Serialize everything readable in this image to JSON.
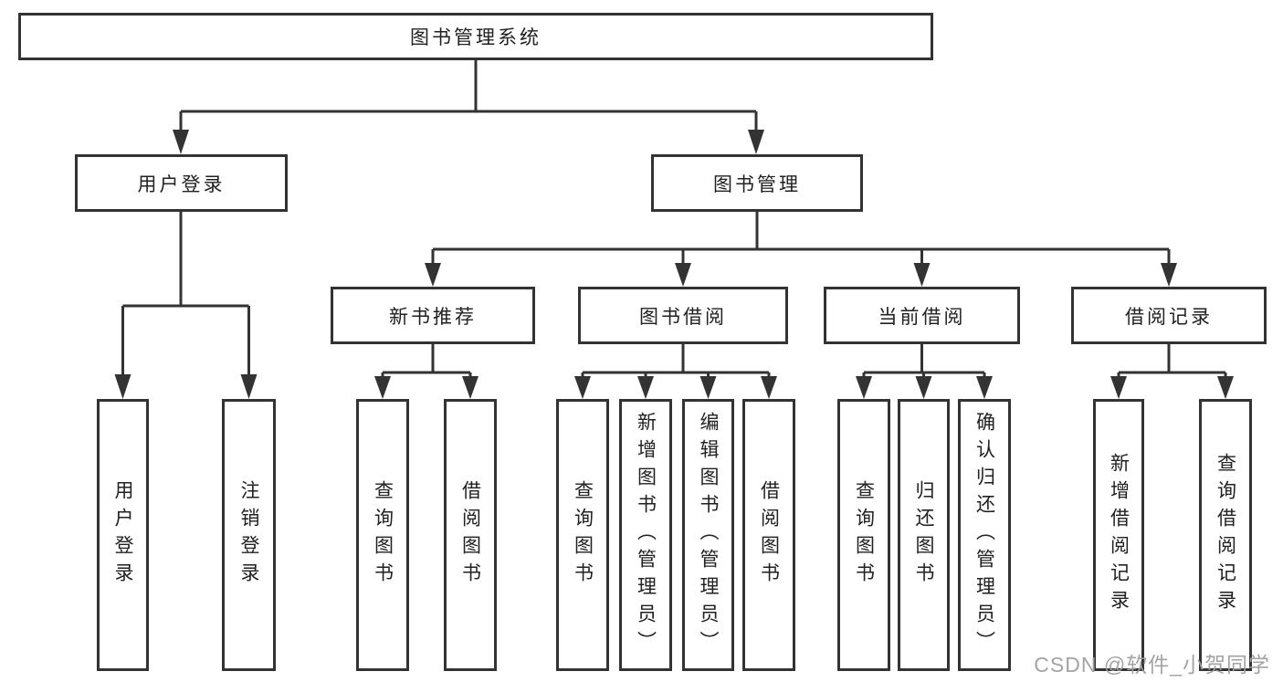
{
  "diagram": {
    "root": {
      "label": "图书管理系统"
    },
    "branches": [
      {
        "label": "用户登录",
        "leaves": [
          {
            "label": "用户登录"
          },
          {
            "label": "注销登录"
          }
        ]
      },
      {
        "label": "图书管理",
        "groups": [
          {
            "label": "新书推荐",
            "leaves": [
              {
                "label": "查询图书"
              },
              {
                "label": "借阅图书"
              }
            ]
          },
          {
            "label": "图书借阅",
            "leaves": [
              {
                "label": "查询图书"
              },
              {
                "label": "新增图书（管理员）"
              },
              {
                "label": "编辑图书（管理员）"
              },
              {
                "label": "借阅图书"
              }
            ]
          },
          {
            "label": "当前借阅",
            "leaves": [
              {
                "label": "查询图书"
              },
              {
                "label": "归还图书"
              },
              {
                "label": "确认归还（管理员）"
              }
            ]
          },
          {
            "label": "借阅记录",
            "leaves": [
              {
                "label": "新增借阅记录"
              },
              {
                "label": "查询借阅记录"
              }
            ]
          }
        ]
      }
    ]
  },
  "watermark": {
    "text": "CSDN @软件_小贺同学"
  },
  "colors": {
    "line": "#333333",
    "box_border": "#333333",
    "box_fill": "#ffffff",
    "text": "#212121",
    "watermark": "#9e9e9e",
    "background": "#ffffff"
  }
}
